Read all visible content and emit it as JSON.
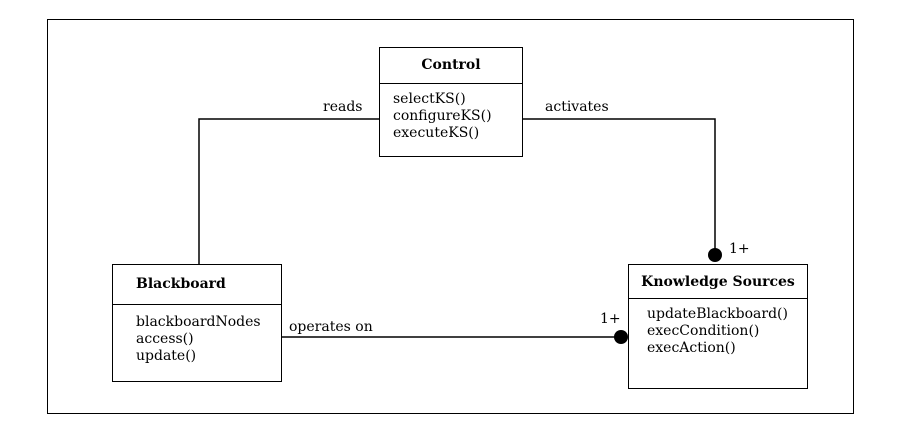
{
  "diagram": {
    "classes": {
      "control": {
        "name": "Control",
        "members": [
          "selectKS()",
          "configureKS()",
          "executeKS()"
        ]
      },
      "blackboard": {
        "name": "Blackboard",
        "members": [
          "blackboardNodes",
          "access()",
          "update()"
        ]
      },
      "knowledge_sources": {
        "name": "Knowledge Sources",
        "members": [
          "updateBlackboard()",
          "execCondition()",
          "execAction()"
        ]
      }
    },
    "associations": {
      "reads": {
        "label": "reads"
      },
      "activates": {
        "label": "activates",
        "multiplicity": "1+"
      },
      "operates_on": {
        "label": "operates on",
        "multiplicity": "1+"
      }
    }
  }
}
